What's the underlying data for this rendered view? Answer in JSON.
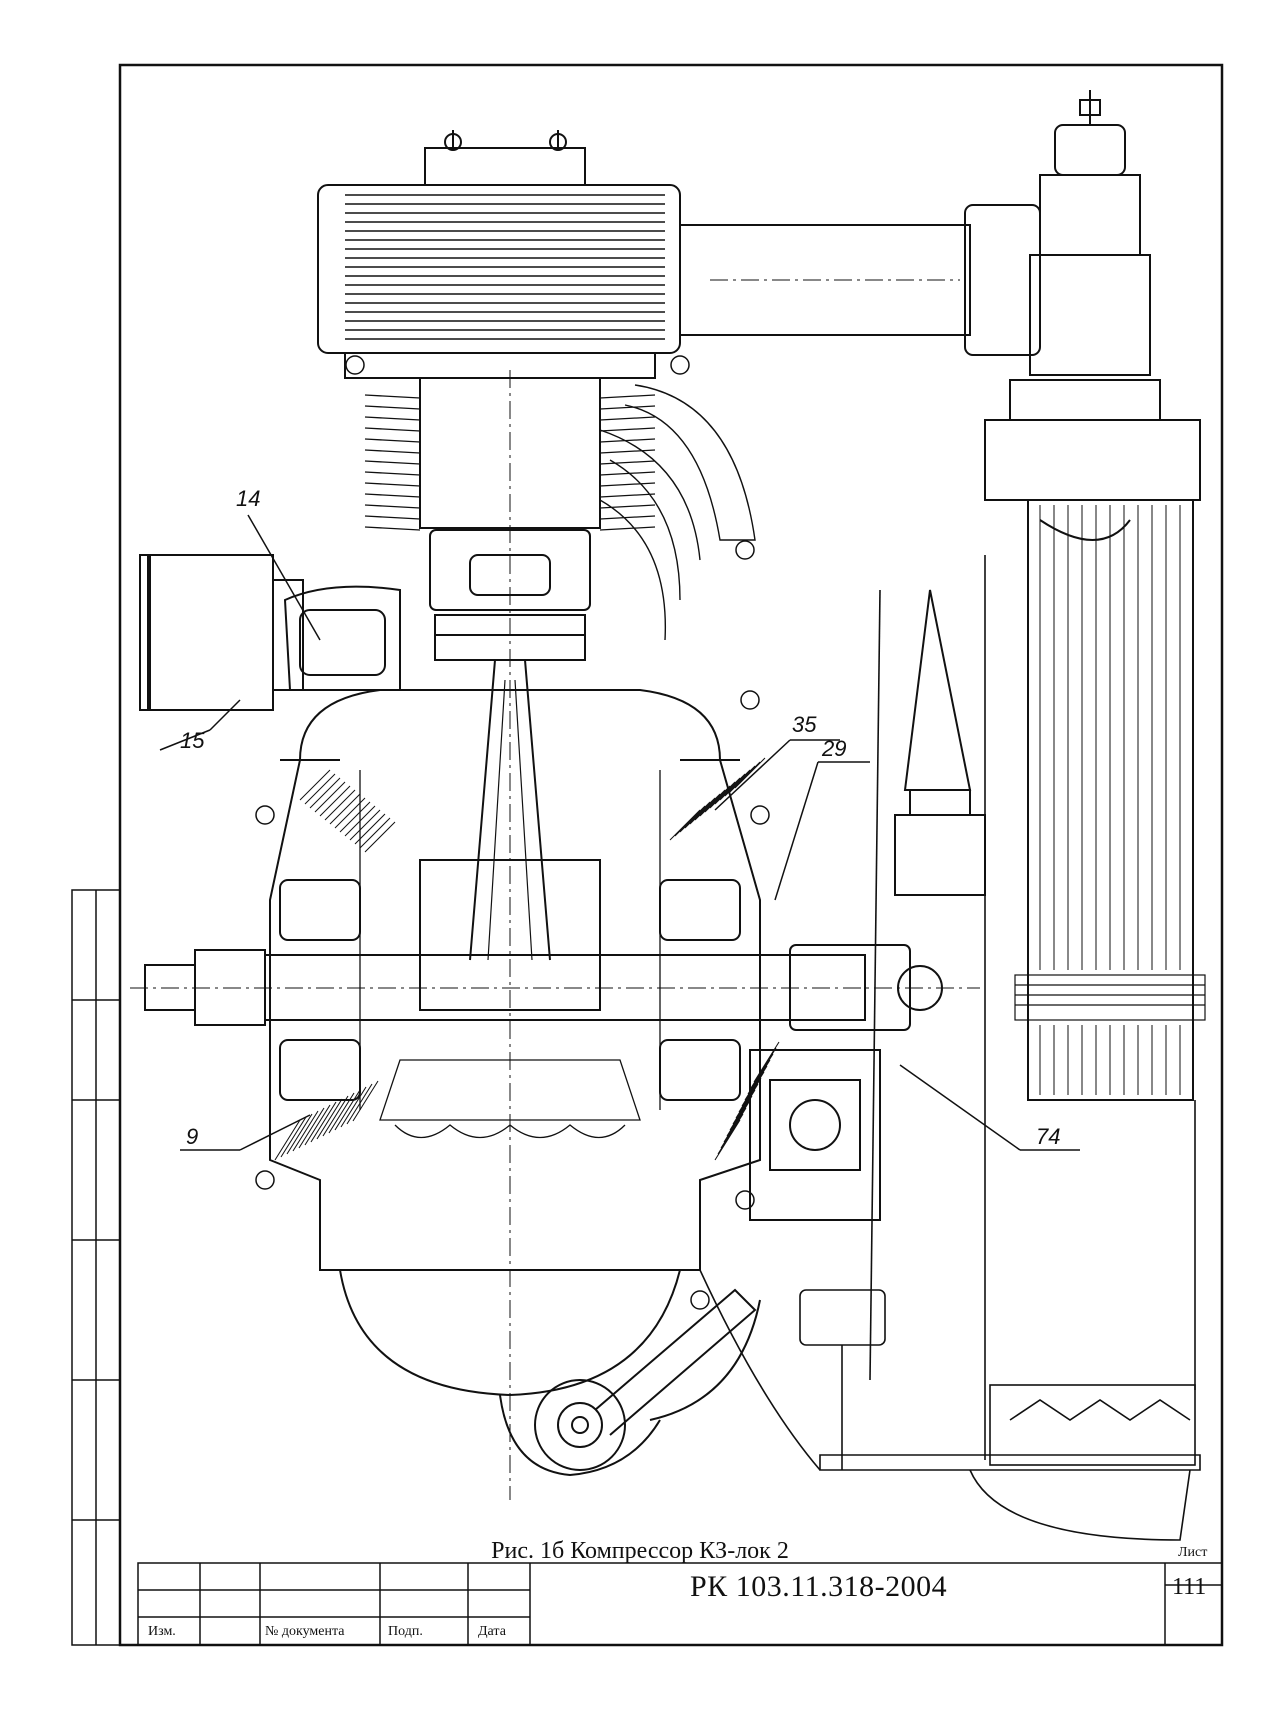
{
  "drawing": {
    "caption": "Рис. 1б  Компрессор КЗ-лок 2",
    "callouts": {
      "c14": "14",
      "c15": "15",
      "c35": "35",
      "c29": "29",
      "c9": "9",
      "c74": "74"
    }
  },
  "title_block": {
    "doc_number": "РК 103.11.318-2004",
    "sheet_label": "Лист",
    "sheet_number": "111",
    "columns": {
      "change": "Изм.",
      "document": "№ документа",
      "signature": "Подп.",
      "date": "Дата"
    }
  }
}
